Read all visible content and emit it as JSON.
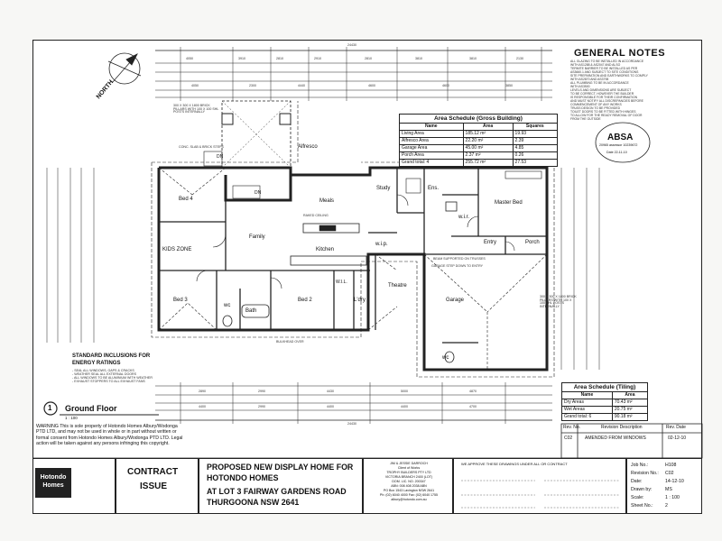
{
  "dimensions": {
    "top_overall": "24430",
    "top_row1": [
      "4050",
      "3910",
      "2810",
      "2910",
      "2810",
      "3810",
      "3810",
      "2130"
    ],
    "top_row2": [
      "4050",
      "2300",
      "4440",
      "4600",
      "4600",
      "3850"
    ],
    "bottom_row1": [
      "2890",
      "2990",
      "4430",
      "5000",
      "4870"
    ],
    "bottom_row2": [
      "4400",
      "2990",
      "4400",
      "4400",
      "4700"
    ],
    "bottom_overall": "24430"
  },
  "north_label": "NORTH",
  "general_notes": {
    "title": "GENERAL NOTES",
    "lines": [
      "ALL GLAZING TO BE INSTALLED IN ACCORDANCE",
      "WITH AS1288 & AS2047 AND ALSO",
      "TERMITE BARRIER TO BE INSTALLED AS PER",
      "AS3660.1 AND SUBJECT TO SITE CONDITIONS",
      "SITE PREPARATION AND EARTHWORKS TO COMPLY",
      "WITH AS2870 AND AS3798",
      "ALL PLUMBING TO BE IN ACCORDANCE",
      "WITH AS3500",
      "LEVELS AND DIMENSIONS ARE SUBJECT",
      "TO BE CORRECT, HOWEVER THE BUILDER",
      "IS RESPONSIBLE FOR THEIR CONFIRMATION",
      "AND MUST NOTIFY ALL DISCREPANCIES BEFORE",
      "COMMENCEMENT OF ANY WORKS",
      "TRUSS DESIGN TO BE PROVIDED",
      "TOILET DOORS TO BE FITTED WITH HINGES",
      "TO ALLOW FOR THE READY REMOVAL OF DOOR",
      "FROM THE OUTSIDE"
    ]
  },
  "absa": {
    "label": "ABSA",
    "line1": "20965 assessor 10239672",
    "line2": "Date 22-11-10"
  },
  "area_schedule_gross": {
    "title": "Area Schedule (Gross Building)",
    "headers": [
      "Name",
      "Area",
      "Squares"
    ],
    "rows": [
      [
        "Living Area",
        "185.12 m²",
        "19.93"
      ],
      [
        "Alfresco Area",
        "22.20 m²",
        "2.39"
      ],
      [
        "Garage Area",
        "45.00 m²",
        "4.85"
      ],
      [
        "Porch Area",
        "2.37 m²",
        "0.26"
      ],
      [
        "Grand total: 4",
        "255.72 m²",
        "27.53"
      ]
    ]
  },
  "area_schedule_tiling": {
    "title": "Area Schedule (Tiling)",
    "headers": [
      "Name",
      "Area"
    ],
    "rows": [
      [
        "Dry Areas",
        "70.43 m²"
      ],
      [
        "Wet Areas",
        "20.75 m²"
      ],
      [
        "Grand total: 6",
        "90.18 m²"
      ]
    ]
  },
  "rooms": {
    "alfresco": "Alfresco",
    "bed4": "Bed 4",
    "meals": "Meals",
    "study": "Study",
    "ens": "Ens.",
    "wir": "w.i.r.",
    "master_bed": "Master Bed",
    "family": "Family",
    "kitchen": "Kitchen",
    "kids_zone": "KIDS ZONE",
    "wip": "w.i.p.",
    "entry": "Entry",
    "porch": "Porch",
    "bed3": "Bed 3",
    "wc": "wc",
    "bath": "Bath",
    "bed2": "Bed 2",
    "wil": "W.I.L.",
    "ldry": "L'dry",
    "theatre": "Theatre",
    "garage": "Garage",
    "wc2": "wc"
  },
  "notes": {
    "brick_pillars_top": "300 X 300 X 1800 BRICK PILLARS WITH 100 X 100 SHL POSTS INTERNALLY",
    "brick_pillars_right": "300 X 300 X 1800 BRICK PILLARS WITH 100 X 100 SHL POSTS INTERNALLY",
    "dn1": "DN",
    "dn2": "DN",
    "conc_slab": "CONC. SLAB & BRICK STEPS",
    "raked": "RAKED CEILING",
    "bulkhead": "BULKHEAD OVER",
    "garage_note": "GARAGE STEP DOWN TO ENTRY",
    "beam_note": "BEAM SUPPORTED ON TRUSSES"
  },
  "standard_inclusions": {
    "title": "STANDARD INCLUSIONS FOR ENERGY RATINGS",
    "lines": [
      "- SEAL ALL WINDOWS, GAPS & CRACKS",
      "- WEATHER SEAL ALL EXTERNAL DOORS",
      "- ALL WINDOWS TO BE ALUMINIUM WITH WEATHER",
      "- EXHAUST STOPPERS TO ALL EXHAUST FANS"
    ]
  },
  "view": {
    "number": "1",
    "title": "Ground Floor",
    "scale": "1 : 100"
  },
  "warning": "WARNING This is sole property of Hotondo Homes Albury/Wodonga PTD LTD, and may not be used in whole or in part without written or formal consent from Hotondo Homes Albury/Wodonga PTD LTD. Legal action will be taken against any persons infringing this copyright.",
  "revisions": {
    "headers": [
      "Rev. No.",
      "Revision Description",
      "Rev. Date"
    ],
    "rows": [
      [
        "C02",
        "AMENDED FROM WINDOWS",
        "02-12-10"
      ]
    ]
  },
  "title_block": {
    "logo_line1": "Hotondo",
    "logo_line2": "Homes",
    "contract_line1": "CONTRACT",
    "contract_line2": "ISSUE",
    "address_lines": [
      "PROPOSED NEW DISPLAY HOME FOR",
      "HOTONDO HOMES",
      "AT LOT 3 FAIRWAY GARDENS ROAD",
      "THURGOONA NSW 2641"
    ],
    "builder_lines": [
      "JIM & JESSIE DARROCH",
      "Client of Works",
      "TROPHY BUILDERS PTY LTD",
      "VICTORIA BRANCH 2400 (LOT)",
      "DOM. LIC. NO. 200347",
      "ABN: 008 408 2038 ABN",
      "PO Box 1543 Lavington NSW 2641",
      "Ph: (02) 6040 4000 Fax: (02) 6040 1755",
      "albury@hotondo.com.au"
    ],
    "approval_text": "WE APPROVE THESE DRAWINGS UNDER ALL OR CONTRACT",
    "info": [
      [
        "Job No.:",
        "H108"
      ],
      [
        "Revision No.:",
        "C02"
      ],
      [
        "Date:",
        "14-12-10"
      ],
      [
        "Drawn by:",
        "MS"
      ],
      [
        "Scale:",
        "1 : 100"
      ],
      [
        "Sheet No.:",
        "2"
      ]
    ]
  }
}
